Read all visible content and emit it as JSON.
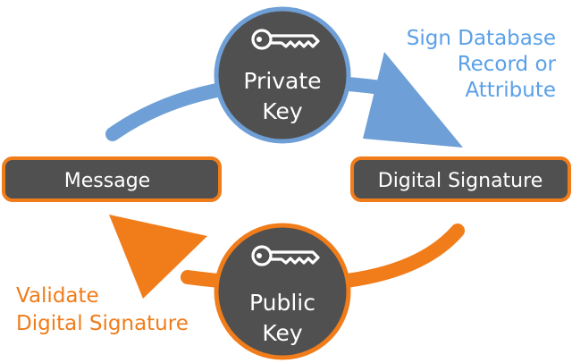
{
  "diagram": {
    "private_key": {
      "line1": "Private",
      "line2": "Key",
      "icon": "key-icon"
    },
    "public_key": {
      "line1": "Public",
      "line2": "Key",
      "icon": "key-icon"
    },
    "message_label": "Message",
    "signature_label": "Digital Signature",
    "sign_annotation": {
      "line1": "Sign Database",
      "line2": "Record or",
      "line3": "Attribute"
    },
    "validate_annotation": {
      "line1": "Validate",
      "line2": "Digital Signature"
    }
  },
  "colors": {
    "node_fill": "#505050",
    "orange": "#f07c1a",
    "blue": "#6e9fd6",
    "blue_text": "#5aa0e8",
    "white": "#ffffff"
  }
}
